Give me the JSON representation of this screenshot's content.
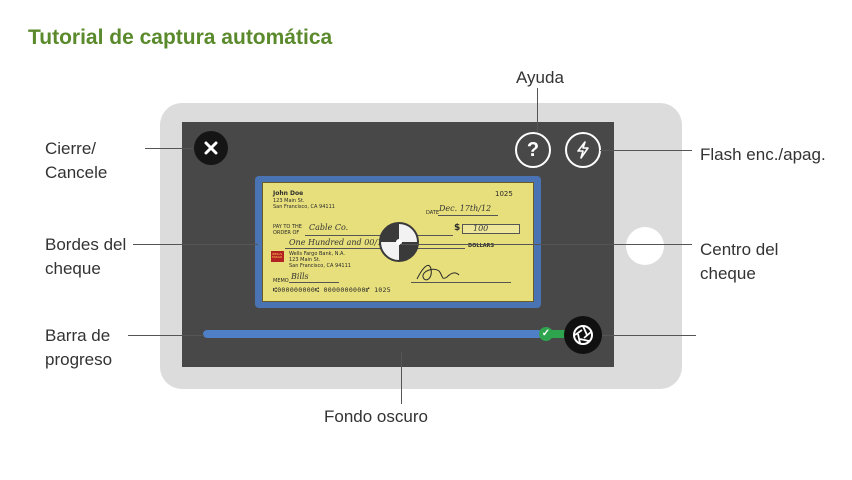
{
  "title": "Tutorial de captura automática",
  "labels": {
    "close_line1": "Cierre/",
    "close_line2": "Cancele",
    "edges_line1": "Bordes del",
    "edges_line2": "cheque",
    "progress_line1": "Barra de",
    "progress_line2": "progreso",
    "help": "Ayuda",
    "flash": "Flash enc./apag.",
    "center_line1": "Centro del",
    "center_line2": "cheque",
    "background": "Fondo oscuro"
  },
  "buttons": {
    "help_symbol": "?",
    "close_icon": "close-icon",
    "flash_icon": "flash-icon",
    "shutter_icon": "camera-shutter-icon"
  },
  "cheque": {
    "name": "John Doe",
    "address1": "123 Main St.",
    "address2": "San Francisco, CA 94111",
    "number": "1025",
    "date_label": "DATE",
    "date": "Dec. 17th/12",
    "pay_label1": "PAY TO THE",
    "pay_label2": "ORDER OF",
    "payee": "Cable Co.",
    "amount": "100",
    "amount_words": "One Hundred and 00/100",
    "dollars_label": "DOLLARS",
    "bank_name": "Wells Fargo Bank, N.A.",
    "bank_address1": "123 Main St.",
    "bank_address2": "San Francisco, CA 94111",
    "bank_logo_text": "WELLS FARGO",
    "memo_label": "MEMO",
    "memo": "Bills",
    "micr": "⑆000000000⑆ 0000000000⑈ 1025"
  },
  "progress": {
    "value": 0.92
  },
  "colors": {
    "title": "#5a8a2c",
    "screen": "#484848",
    "frame": "#4a73b4",
    "progress": "#4f7fc6",
    "progress_complete": "#2fa44f"
  }
}
